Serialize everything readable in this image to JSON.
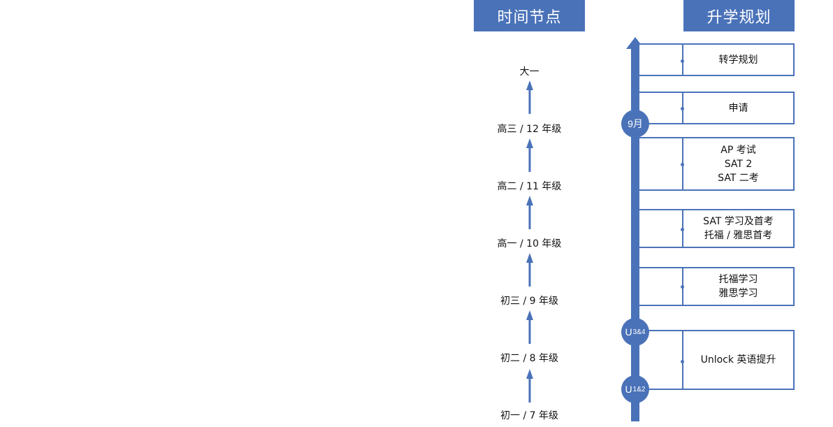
{
  "headers": {
    "time_nodes": "时间节点",
    "plan": "升学规划"
  },
  "grades": [
    "大一",
    "高三 / 12 年级",
    "高二 / 11 年级",
    "高一 / 10 年级",
    "初三 / 9 年级",
    "初二 / 8 年级",
    "初一 / 7 年级"
  ],
  "plan_boxes": [
    {
      "lines": [
        "转学规划"
      ]
    },
    {
      "lines": [
        "申请"
      ]
    },
    {
      "lines": [
        "AP 考试",
        "SAT 2",
        "SAT 二考"
      ]
    },
    {
      "lines": [
        "SAT 学习及首考",
        "托福 / 雅思首考"
      ]
    },
    {
      "lines": [
        "托福学习",
        "雅思学习"
      ]
    },
    {
      "lines": [
        "Unlock 英语提升"
      ]
    }
  ],
  "markers": {
    "sep": "9月",
    "u34_main": "U",
    "u34_sub": "3&4",
    "u12_main": "U",
    "u12_sub": "1&2"
  },
  "colors": {
    "accent": "#4a72b8"
  }
}
